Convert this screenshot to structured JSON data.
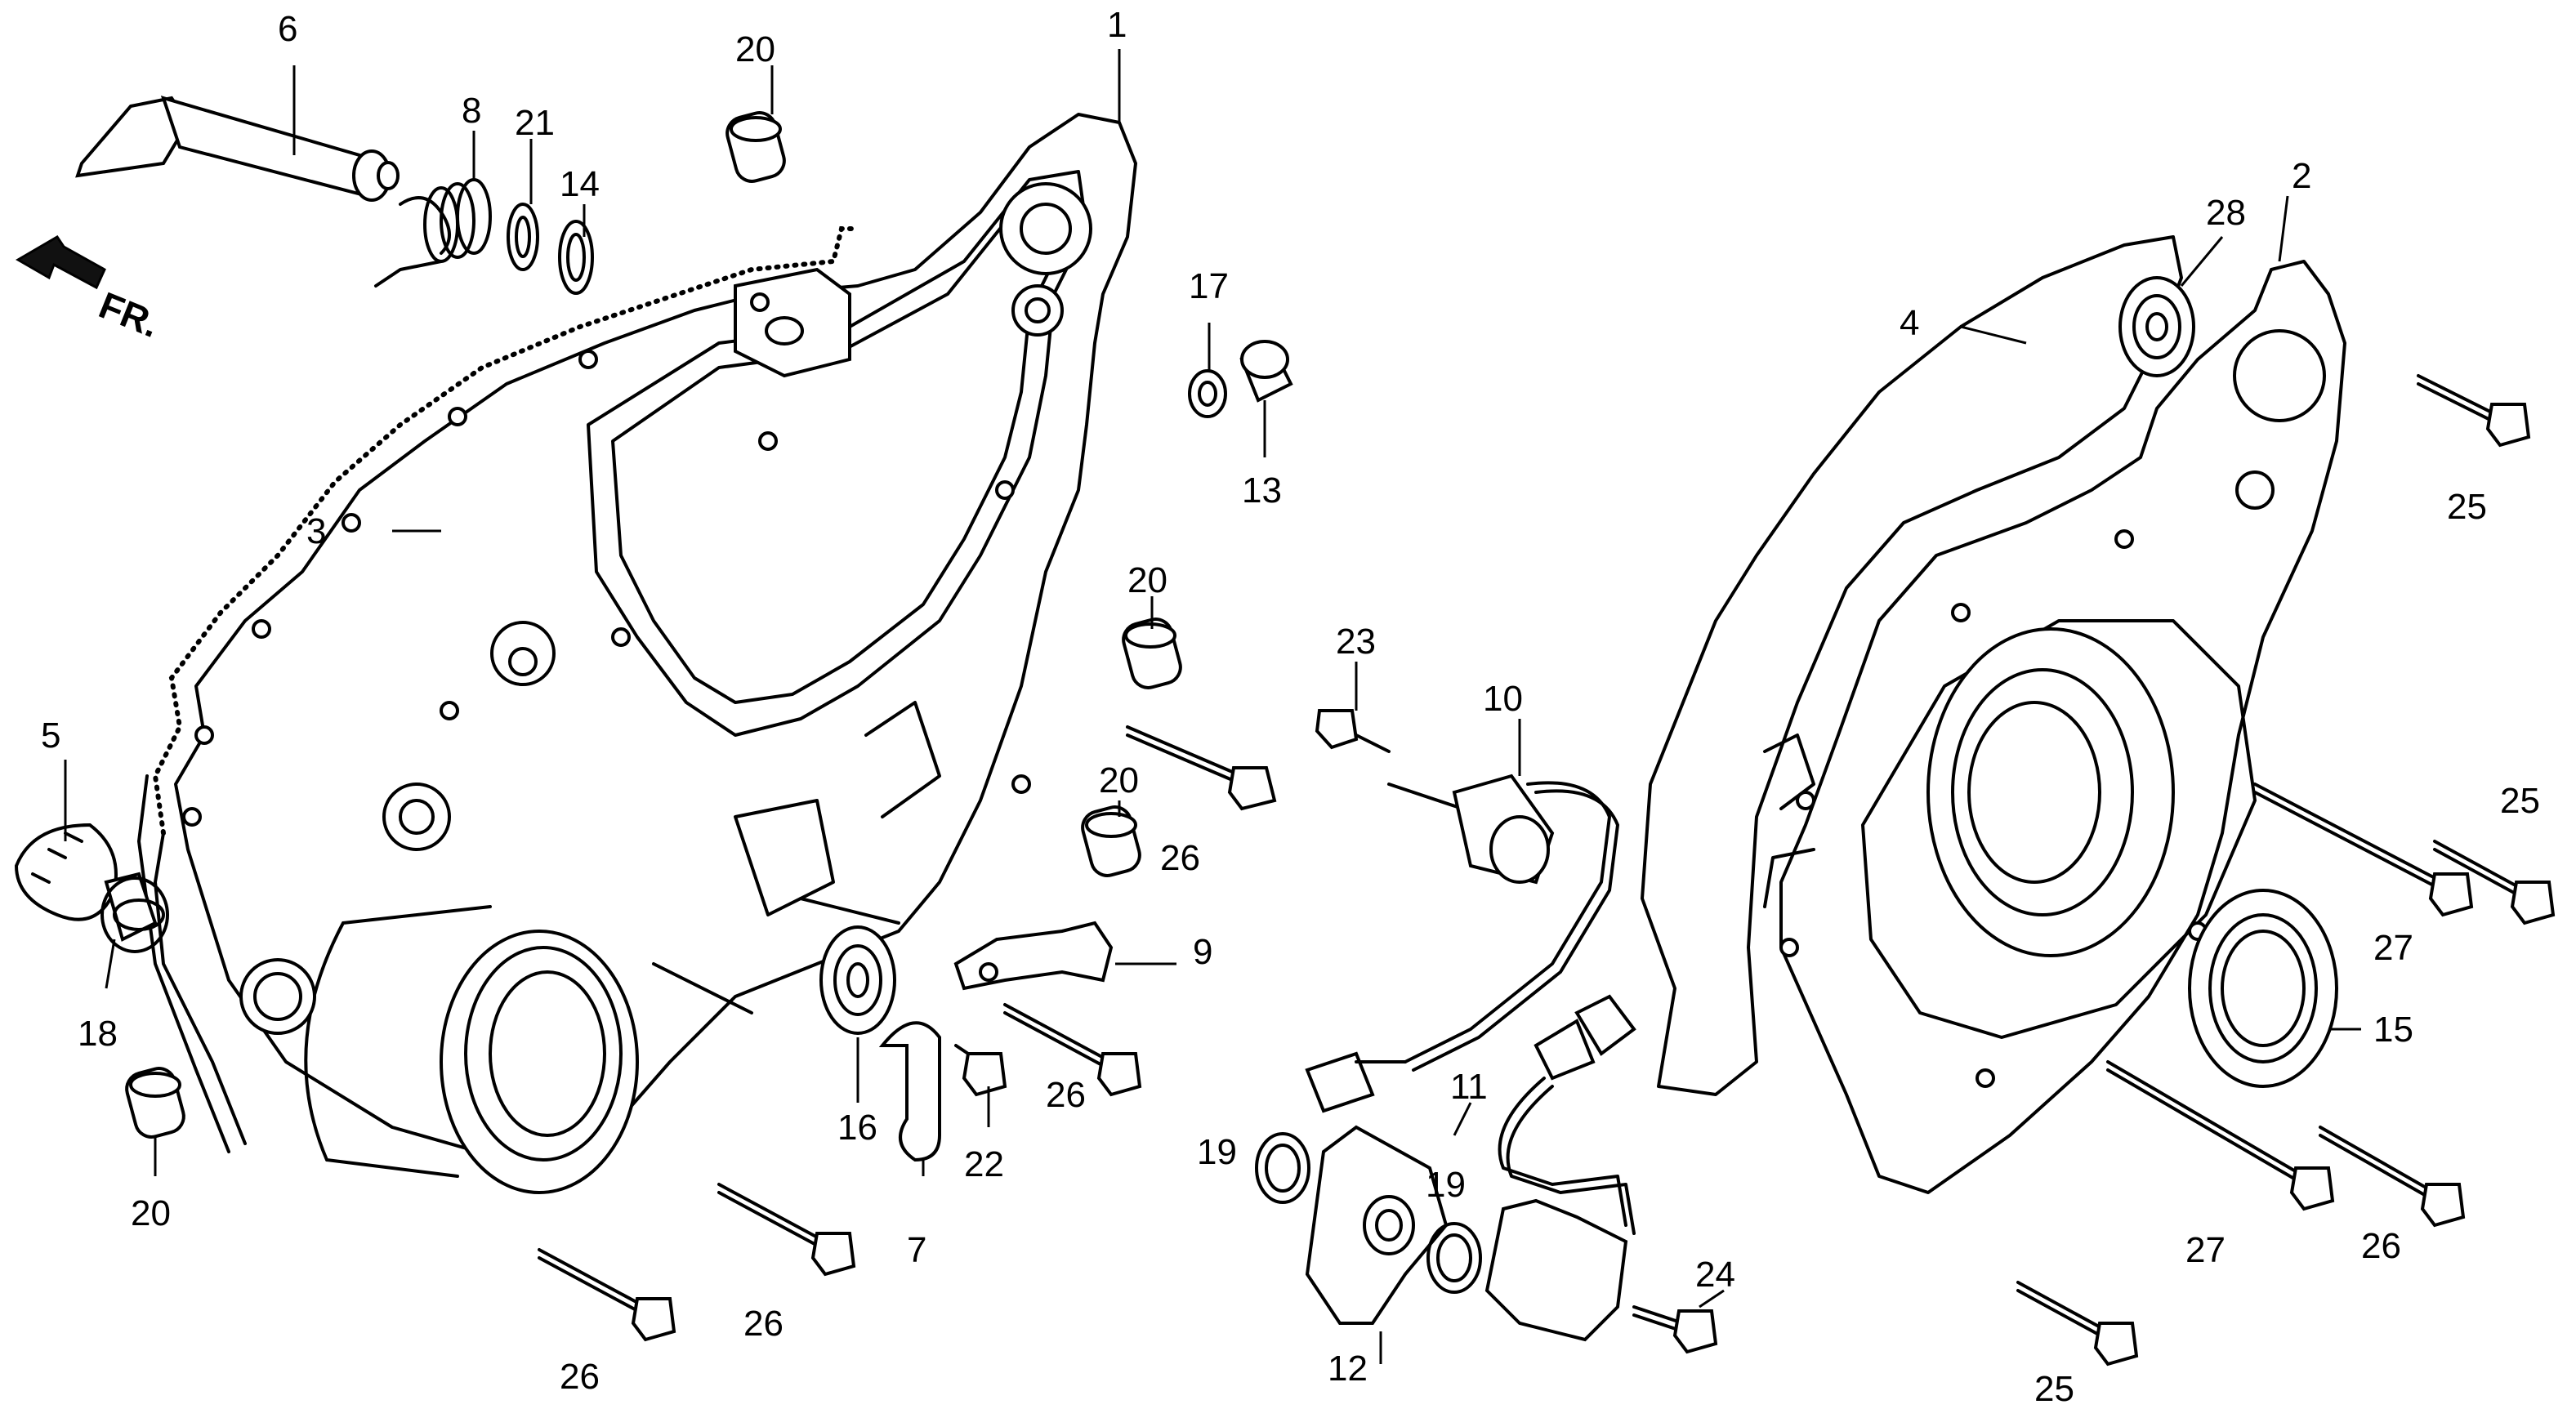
{
  "diagram": {
    "direction_label": "FR.",
    "callouts": {
      "c1": "1",
      "c2": "2",
      "c3": "3",
      "c4": "4",
      "c5": "5",
      "c6": "6",
      "c7": "7",
      "c8": "8",
      "c9": "9",
      "c10": "10",
      "c11": "11",
      "c12": "12",
      "c13": "13",
      "c14": "14",
      "c15": "15",
      "c16": "16",
      "c17": "17",
      "c18": "18",
      "c19a": "19",
      "c19b": "19",
      "c20a": "20",
      "c20b": "20",
      "c20c": "20",
      "c20d": "20",
      "c21": "21",
      "c22": "22",
      "c23": "23",
      "c24": "24",
      "c25a": "25",
      "c25b": "25",
      "c25c": "25",
      "c26a": "26",
      "c26b": "26",
      "c26c": "26",
      "c26d": "26",
      "c26e": "26",
      "c27a": "27",
      "c27b": "27",
      "c28": "28"
    }
  }
}
